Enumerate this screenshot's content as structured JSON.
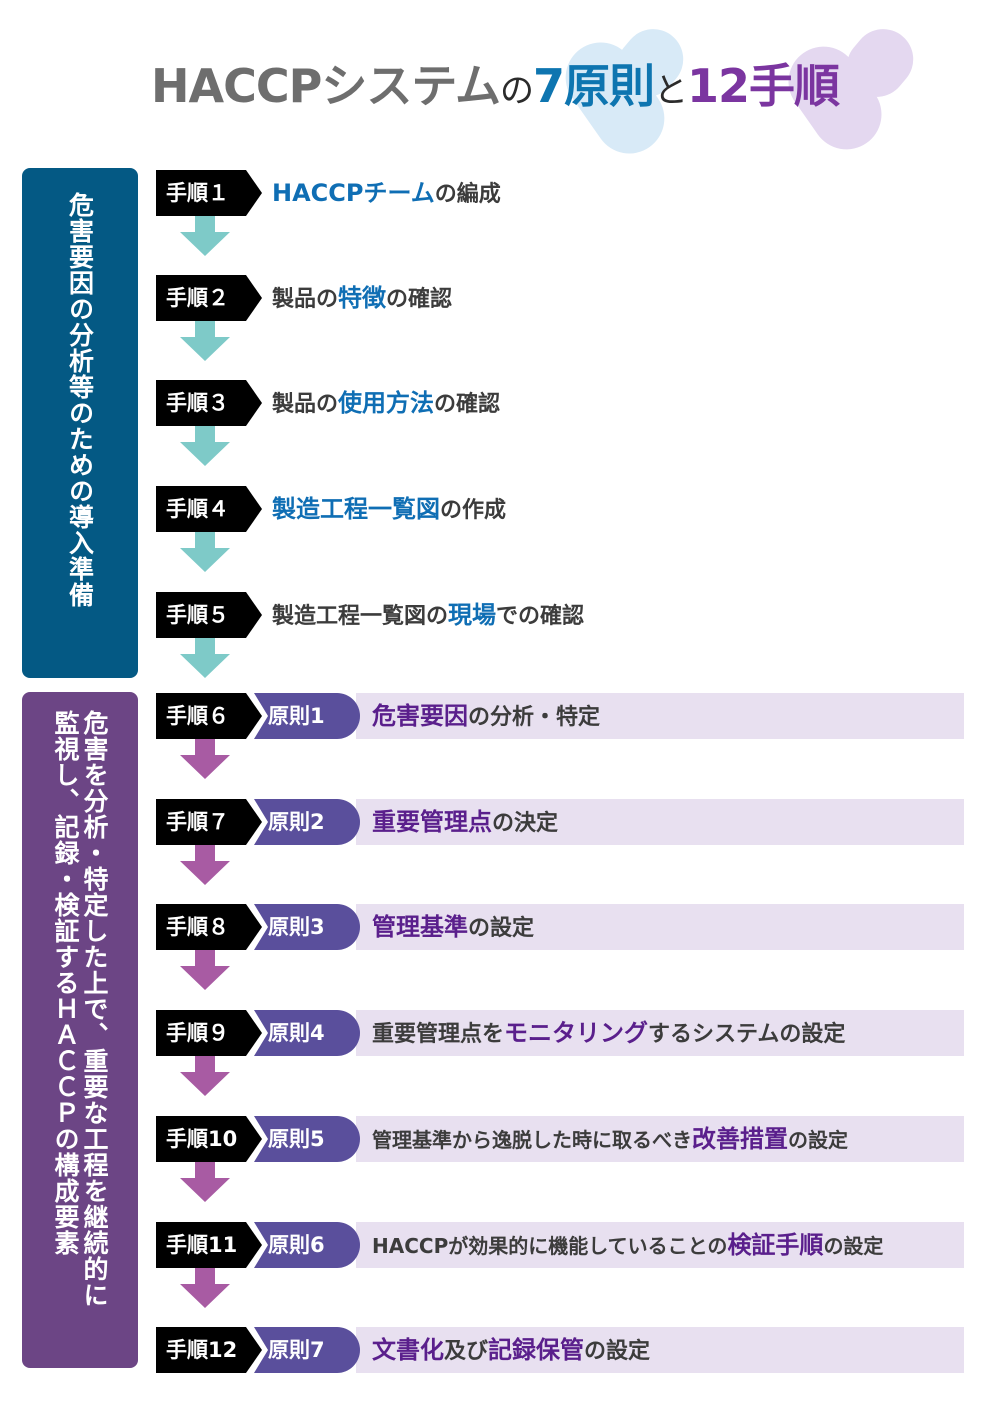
{
  "title": {
    "part1": "HACCPシステム",
    "part2": "の",
    "part3": "7原則",
    "part4": "と",
    "part5": "12手順"
  },
  "colors": {
    "prep_panel": "#045984",
    "haccp_panel": "#6c4585",
    "principle_tag": "#5a4f9c",
    "row_bg": "#e8e0f0",
    "teal_arrow": "#7ecac8",
    "pink_arrow": "#a85ba3",
    "blue_highlight": "#0f6eb4",
    "purple_highlight": "#5a1f8c"
  },
  "side_panels": {
    "prep": {
      "col1": "危害要因の分析等のための導入準備"
    },
    "haccp": {
      "col1": "危害を分析・特定した上で、重要な工程を継続的に",
      "col2": "監視し、記録・検証するＨＡＣＣＰの構成要素"
    }
  },
  "steps": [
    {
      "step": "手順１",
      "desc": [
        {
          "t": "HACCPチーム",
          "hl": true
        },
        {
          "t": "の編成",
          "hl": false
        }
      ]
    },
    {
      "step": "手順２",
      "desc": [
        {
          "t": "製品の",
          "hl": false
        },
        {
          "t": "特徴",
          "hl": true
        },
        {
          "t": "の確認",
          "hl": false
        }
      ]
    },
    {
      "step": "手順３",
      "desc": [
        {
          "t": "製品の",
          "hl": false
        },
        {
          "t": "使用方法",
          "hl": true
        },
        {
          "t": "の確認",
          "hl": false
        }
      ]
    },
    {
      "step": "手順４",
      "desc": [
        {
          "t": "製造工程一覧図",
          "hl": true
        },
        {
          "t": "の作成",
          "hl": false
        }
      ]
    },
    {
      "step": "手順５",
      "desc": [
        {
          "t": "製造工程一覧図の",
          "hl": false
        },
        {
          "t": "現場",
          "hl": true
        },
        {
          "t": "での確認",
          "hl": false
        }
      ]
    },
    {
      "step": "手順６",
      "principle": "原則1",
      "desc": [
        {
          "t": "危害要因",
          "hl": true
        },
        {
          "t": "の分析・特定",
          "hl": false
        }
      ]
    },
    {
      "step": "手順７",
      "principle": "原則2",
      "desc": [
        {
          "t": "重要管理点",
          "hl": true
        },
        {
          "t": "の決定",
          "hl": false
        }
      ]
    },
    {
      "step": "手順８",
      "principle": "原則3",
      "desc": [
        {
          "t": "管理基準",
          "hl": true
        },
        {
          "t": "の設定",
          "hl": false
        }
      ]
    },
    {
      "step": "手順９",
      "principle": "原則4",
      "desc": [
        {
          "t": "重要管理点を",
          "hl": false
        },
        {
          "t": "モニタリング",
          "hl": true
        },
        {
          "t": "するシステムの設定",
          "hl": false
        }
      ]
    },
    {
      "step": "手順10",
      "principle": "原則5",
      "desc": [
        {
          "t": "管理基準から逸脱した時に取るべき",
          "hl": false
        },
        {
          "t": "改善措置",
          "hl": true
        },
        {
          "t": "の設定",
          "hl": false
        }
      ]
    },
    {
      "step": "手順11",
      "principle": "原則6",
      "desc": [
        {
          "t": "HACCPが効果的に機能していることの",
          "hl": false
        },
        {
          "t": "検証手順",
          "hl": true
        },
        {
          "t": "の設定",
          "hl": false
        }
      ]
    },
    {
      "step": "手順12",
      "principle": "原則7",
      "desc": [
        {
          "t": "文書化",
          "hl": true
        },
        {
          "t": "及び",
          "hl": false
        },
        {
          "t": "記録保管",
          "hl": true
        },
        {
          "t": "の設定",
          "hl": false
        }
      ]
    }
  ]
}
